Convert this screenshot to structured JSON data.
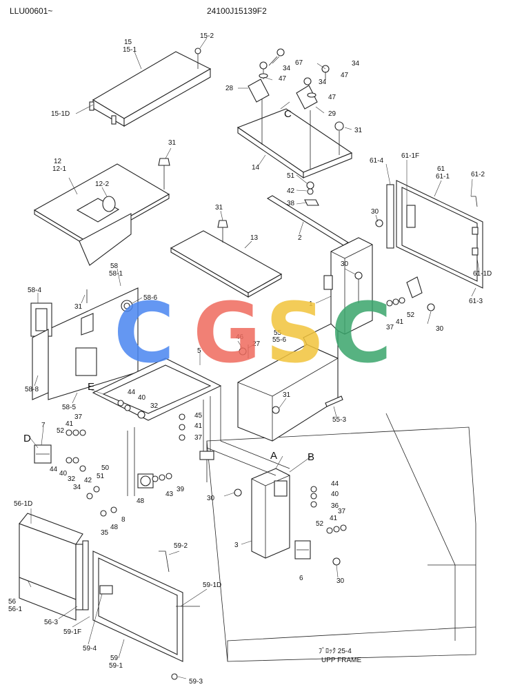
{
  "header": {
    "left_code": "LLU00601~",
    "center_code": "24100J15139F2"
  },
  "watermark": {
    "letters": [
      "C",
      "G",
      "S",
      "C"
    ],
    "colors": [
      "#4a86f0",
      "#ef6b5e",
      "#f2c43c",
      "#3aa56c"
    ]
  },
  "callout_letters": [
    "A",
    "B",
    "C",
    "D",
    "E"
  ],
  "labels": {
    "l15": "15",
    "l15_1": "15-1",
    "l15_2": "15-2",
    "l15_1d": "15-1D",
    "l67": "67",
    "l34a": "34",
    "l34b": "34",
    "l34c": "34",
    "l47a": "47",
    "l47b": "47",
    "l47c": "47",
    "l28": "28",
    "l29": "29",
    "l31a": "31",
    "l14": "14",
    "l51a": "51",
    "l42a": "42",
    "l38": "38",
    "l2": "2",
    "l12": "12",
    "l12_1": "12-1",
    "l12_2": "12-2",
    "l31b": "31",
    "l61": "61",
    "l61_1": "61-1",
    "l61_1f": "61-1F",
    "l61_2": "61-2",
    "l61_4": "61-4",
    "l61_1d": "61-1D",
    "l61_3": "61-3",
    "l30a": "30",
    "l30b": "30",
    "l1": "1",
    "l41a": "41",
    "l37a": "37",
    "l52a": "52",
    "l30c": "30",
    "l31c": "31",
    "l13": "13",
    "l58": "58",
    "l58_1": "58-1",
    "l58_4": "58-4",
    "l58_6": "58-6",
    "l31d": "31",
    "l58_8": "58-8",
    "l58_5": "58-5",
    "l46": "46",
    "l27": "27",
    "l55": "55",
    "l55_6": "55-6",
    "l5": "5",
    "l31e": "31",
    "l55_3": "55-3",
    "l44a": "44",
    "l40a": "40",
    "l32a": "32",
    "l45": "45",
    "l41b": "41",
    "l37b": "37",
    "l7": "7",
    "l52b": "52",
    "l41c": "41",
    "l37c": "37",
    "l44b": "44",
    "l40b": "40",
    "l32b": "32",
    "l42b": "42",
    "l34d": "34",
    "l50": "50",
    "l51b": "51",
    "l48a": "48",
    "l43": "43",
    "l39": "39",
    "l35": "35",
    "l48b": "48",
    "l8": "8",
    "l30d": "30",
    "l44c": "44",
    "l40c": "40",
    "l36": "36",
    "l41d": "41",
    "l52c": "52",
    "l37d": "37",
    "l3": "3",
    "l6": "6",
    "l30e": "30",
    "l56_1d": "56-1D",
    "l56": "56",
    "l56_1": "56-1",
    "l56_3": "56-3",
    "l59_1f": "59-1F",
    "l59_4": "59-4",
    "l59_2": "59-2",
    "l59_1d": "59-1D",
    "l59": "59",
    "l59_1": "59-1",
    "l59_3": "59-3",
    "frame_code": "ﾌﾞﾛｯｸ  25-4",
    "frame_name": "UPP FRAME"
  }
}
